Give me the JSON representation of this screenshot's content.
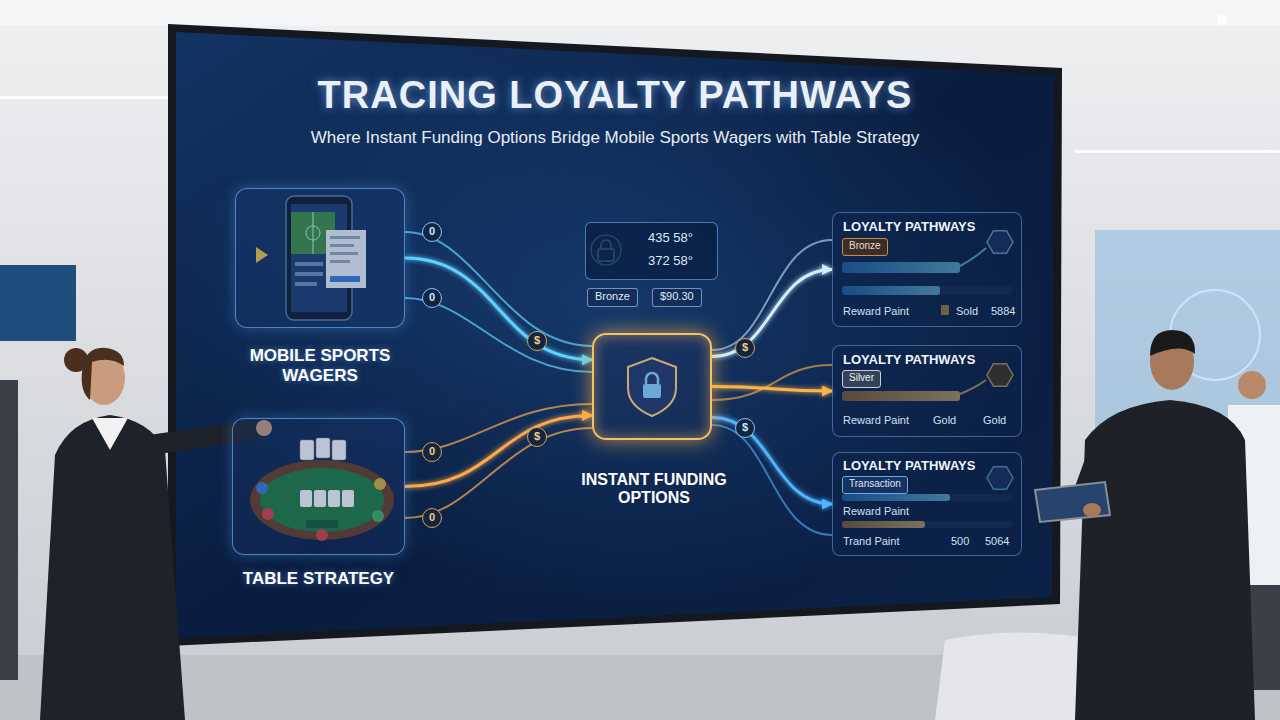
{
  "diagram": {
    "title": "TRACING LOYALTY PATHWAYS",
    "nodes": [
      {
        "text": [
          "MOBILE SPORTS WAGERS"
        ]
      },
      {
        "text": [
          "TABLE STRATEGY"
        ]
      },
      {
        "text": [
          "435 58°",
          "372 58°"
        ]
      },
      {
        "text": [
          "Bronze"
        ]
      },
      {
        "text": [
          "$90.30"
        ]
      },
      {
        "text": [
          "INSTANT FUNDING OPTIONS"
        ]
      },
      {
        "text": [
          "LOYALTY PATHWAYS",
          "Reward Paint",
          "Sold",
          "5884"
        ]
      },
      {
        "text": [
          "Bronze"
        ],
        "in": 6
      },
      {
        "text": [
          "LOYALTY PATHWAYS",
          "Reward Paint",
          "Gold",
          "Gold"
        ]
      },
      {
        "text": [
          "Silver"
        ],
        "in": 8
      },
      {
        "text": [
          "LOYALTY PATHWAYS",
          "Reward Paint",
          "Trand Paint",
          "500",
          "5064"
        ]
      },
      {
        "text": [
          "Transaction"
        ],
        "in": 10
      }
    ],
    "edges": [
      {
        "from": 0,
        "to": 5,
        "arrow": "to"
      },
      {
        "from": 1,
        "to": 5,
        "arrow": "to"
      },
      {
        "from": 5,
        "to": 6,
        "arrow": "to"
      },
      {
        "from": 5,
        "to": 8,
        "arrow": "to"
      },
      {
        "from": 5,
        "to": 10,
        "arrow": "to"
      }
    ],
    "labels": [
      "Where Instant Funding Options Bridge Mobile Sports Wagers with Table Strategy",
      "0",
      "0",
      "$",
      "0",
      "0",
      "$",
      "$",
      "$"
    ]
  }
}
